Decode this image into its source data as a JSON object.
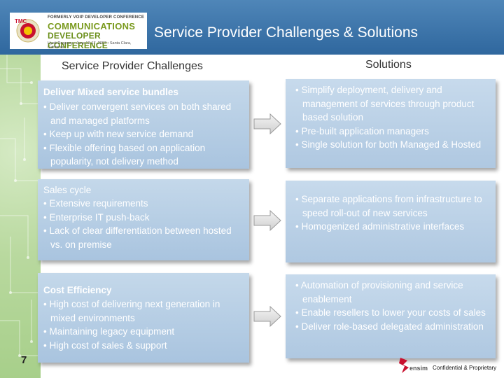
{
  "logo": {
    "top_line": "FORMERLY VOIP DEVELOPER CONFERENCE",
    "line1": "COMMUNICATIONS",
    "line2": "DEVELOPER CONFERENCE",
    "line3": "Hyatt Regency • June 13-17, 2007 • Santa Clara, California",
    "badge": "TMC"
  },
  "title": "Service Provider Challenges & Solutions",
  "columns": {
    "left_heading": "Service Provider Challenges",
    "right_heading": "Solutions"
  },
  "rows": [
    {
      "challenge_title": "Deliver Mixed service bundles",
      "challenges": [
        "Deliver convergent services on both shared and managed platforms",
        "Keep up with new service demand",
        "Flexible offering based on application popularity, not delivery method"
      ],
      "solutions": [
        "Simplify deployment, delivery and management of services through product based solution",
        "Pre-built application managers",
        "Single solution for both Managed & Hosted"
      ]
    },
    {
      "challenge_title": "Sales cycle",
      "challenges": [
        "Extensive requirements",
        "Enterprise IT push-back",
        "Lack of clear differentiation between hosted vs. on premise"
      ],
      "solutions": [
        "Separate applications from infrastructure to speed roll-out of new services",
        "Homogenized administrative interfaces"
      ]
    },
    {
      "challenge_title": "Cost Efficiency",
      "challenges": [
        "High cost of delivering next generation in mixed environments",
        "Maintaining legacy equipment",
        "High cost of sales & support"
      ],
      "solutions": [
        "Automation of provisioning and service enablement",
        "Enable resellers to lower your costs of sales",
        "Deliver role-based delegated administration"
      ]
    }
  ],
  "footer": {
    "page_number": "7",
    "company": "ensim",
    "confidential": "Confidential & Proprietary"
  },
  "colors": {
    "header": "#2f679e",
    "box_fill": "#b5cde4",
    "accent_green": "#a7cf8a"
  }
}
